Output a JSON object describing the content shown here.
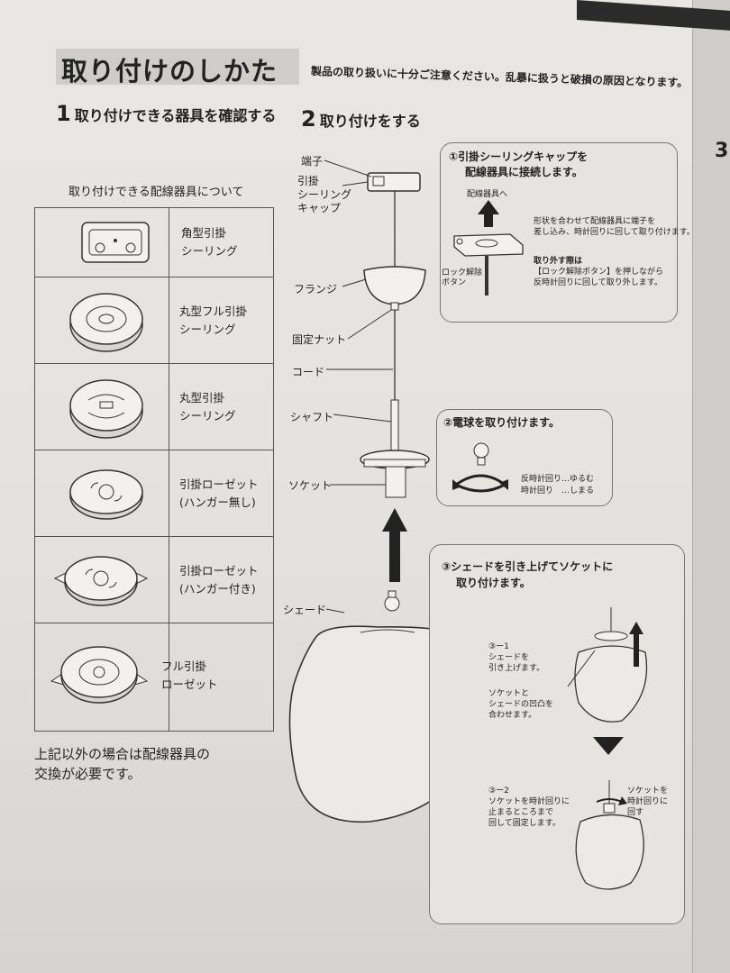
{
  "title": "取り付けのしかた",
  "subtitle": "製品の取り扱いに十分ご注意ください。乱暴に扱うと破損の原因となります。",
  "section1": {
    "num": "1",
    "label": "取り付けできる器具を確認する",
    "table_caption": "取り付けできる配線器具について",
    "fixtures": [
      {
        "label1": "角型引掛",
        "label2": "シーリング"
      },
      {
        "label1": "丸型フル引掛",
        "label2": "シーリング"
      },
      {
        "label1": "丸型引掛",
        "label2": "シーリング"
      },
      {
        "label1": "引掛ローゼット",
        "label2": "(ハンガー無し)"
      },
      {
        "label1": "引掛ローゼット",
        "label2": "(ハンガー付き)"
      },
      {
        "label1": "フル引掛",
        "label2": "ローゼット"
      }
    ],
    "note1": "上記以外の場合は配線器具の",
    "note2": "交換が必要です。"
  },
  "section2": {
    "num": "2",
    "label": "取り付けをする"
  },
  "parts": {
    "terminal": "端子",
    "cap1": "引掛",
    "cap2": "シーリング",
    "cap3": "キャップ",
    "flange": "フランジ",
    "nut": "固定ナット",
    "cord": "コード",
    "shaft": "シャフト",
    "socket": "ソケット",
    "shade": "シェード"
  },
  "step1": {
    "title1": "①引掛シーリングキャップを",
    "title2": "配線器具に接続します。",
    "to_fixture": "配線器具へ",
    "desc1": "形状を合わせて配線器具に端子を",
    "desc2": "差し込み、時計回りに回して取り付けます。",
    "remove_title": "取り外す際は",
    "remove1": "【ロック解除ボタン】を押しながら",
    "remove2": "反時計回りに回して取り外します。",
    "lock1": "ロック解除",
    "lock2": "ボタン"
  },
  "step2": {
    "title": "②電球を取り付けます。",
    "ccw": "反時計回り…ゆるむ",
    "cw": "時計回り　…しまる"
  },
  "step3": {
    "title1": "③シェードを引き上げてソケットに",
    "title2": "取り付けます。",
    "s1_num": "③ー1",
    "s1_a": "シェードを",
    "s1_b": "引き上げます。",
    "s1_c": "ソケットと",
    "s1_d": "シェードの凹凸を",
    "s1_e": "合わせます。",
    "s2_num": "③ー2",
    "s2_a": "ソケットを時計回りに",
    "s2_b": "止まるところまで",
    "s2_c": "回して固定します。",
    "s2_note1": "ソケットを",
    "s2_note2": "時計回りに",
    "s2_note3": "回す"
  },
  "side_num": "3"
}
